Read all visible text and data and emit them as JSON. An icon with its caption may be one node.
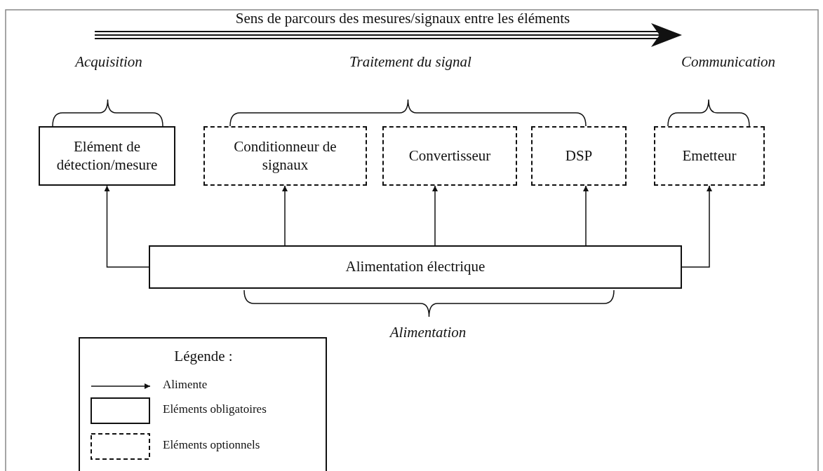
{
  "diagram": {
    "nodes": [
      {
        "text": [
          "Elément de détection/mesure"
        ]
      },
      {
        "text": [
          "Conditionneur de signaux"
        ]
      },
      {
        "text": [
          "Convertisseur"
        ]
      },
      {
        "text": [
          "DSP"
        ]
      },
      {
        "text": [
          "Emetteur"
        ]
      },
      {
        "text": [
          "Alimentation électrique"
        ]
      }
    ],
    "edges": [
      {
        "from": 5,
        "to": 0,
        "arrow": "to"
      },
      {
        "from": 5,
        "to": 1,
        "arrow": "to"
      },
      {
        "from": 5,
        "to": 2,
        "arrow": "to"
      },
      {
        "from": 5,
        "to": 3,
        "arrow": "to"
      },
      {
        "from": 5,
        "to": 4,
        "arrow": "to"
      }
    ],
    "labels": [
      "Sens de parcours des mesures/signaux entre les éléments",
      "Acquisition",
      "Traitement du signal",
      "Communication",
      "Alimentation",
      "Légende :"
    ],
    "legend": [
      {
        "text": "Alimente"
      },
      {
        "text": "Eléments obligatoires"
      },
      {
        "text": "Eléments optionnels"
      }
    ]
  }
}
